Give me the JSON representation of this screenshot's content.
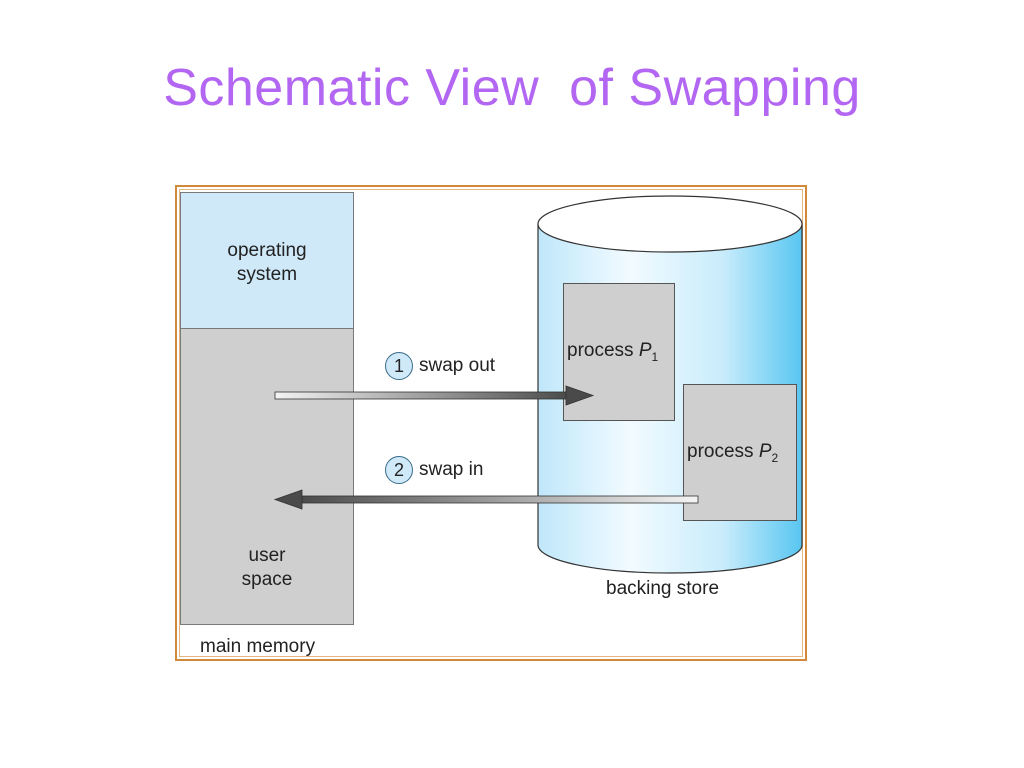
{
  "title": "Schematic View  of Swapping",
  "diagram": {
    "main_memory": {
      "label": "main memory",
      "os_label": "operating\nsystem",
      "user_space_label": "user\nspace"
    },
    "backing_store": {
      "label": "backing store",
      "process_1": {
        "prefix": "process ",
        "name": "P",
        "subscript": "1"
      },
      "process_2": {
        "prefix": "process ",
        "name": "P",
        "subscript": "2"
      }
    },
    "steps": [
      {
        "number": "1",
        "label": "swap out"
      },
      {
        "number": "2",
        "label": "swap in"
      }
    ],
    "colors": {
      "title": "#b266f2",
      "frame": "#d08a3a",
      "os_fill": "#cfe9f8",
      "user_fill": "#cfcfcf",
      "cylinder_light": "#e8f6fd",
      "cylinder_dark": "#5cc9f2"
    }
  }
}
